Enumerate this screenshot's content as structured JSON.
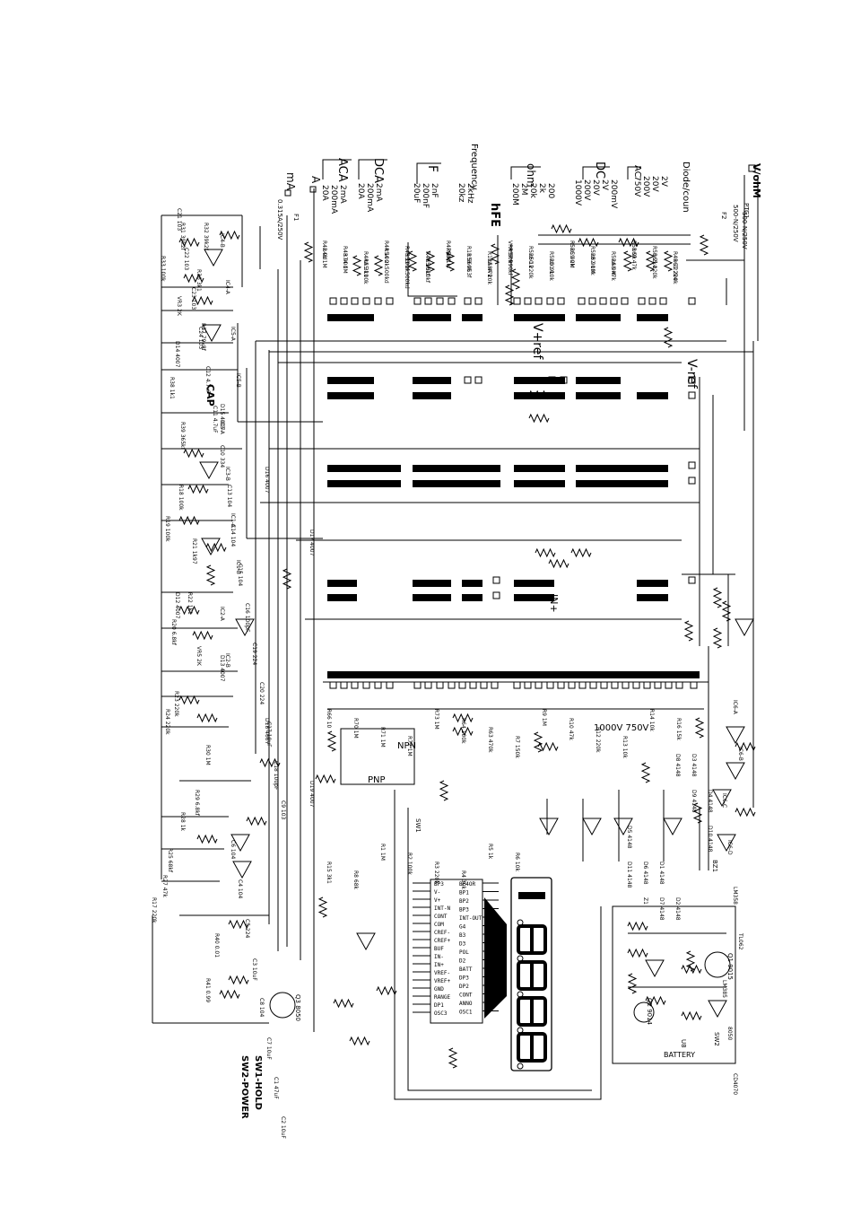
{
  "schematic": {
    "functions": {
      "v_ohm": "V/ohM",
      "ma": "mA",
      "a": "A",
      "aca": "ACA",
      "dca": "DCA",
      "f": "F",
      "frequency": "Frequency",
      "ohm": "ohm",
      "dc": "DC",
      "ac": "AC",
      "hfe": "hFE",
      "diode": "Diode/coun"
    },
    "ranges": {
      "aca": [
        "20A",
        "200mA",
        "2mA"
      ],
      "dca": [
        "20A",
        "200mA",
        "2mA"
      ],
      "cap": [
        "20uF",
        "200nF",
        "2nF"
      ],
      "freq": [
        "20kz",
        "2kHz"
      ],
      "ohm": [
        "200M",
        "2M",
        "20k",
        "2k",
        "200"
      ],
      "dcv": [
        "1000V",
        "200V",
        "20V",
        "2V",
        "200mV"
      ],
      "acv": [
        "750V",
        "200V",
        "20V",
        "2V"
      ]
    },
    "fuses": [
      "0.315A/250V",
      "F1",
      "500-N/250V",
      "F2",
      "500-N/250V",
      "PTC1"
    ],
    "refs": [
      "V+ref",
      "V-ref",
      "IN+",
      "CAP",
      "NPN",
      "PNP",
      "1000V 750V"
    ],
    "ics": [
      "IC4-B",
      "IC4-A",
      "IC5-A",
      "IC5-B",
      "IC3-A",
      "IC3-B",
      "IC1-A",
      "IC1-B",
      "IC2-A",
      "IC2-B",
      "IC6-A",
      "IC6-B",
      "IC6-C",
      "IC6-D",
      "LM358",
      "TL062",
      "LM385",
      "8050",
      "CD4070"
    ],
    "resistors": [
      "R32 39k2f",
      "R31 39k2f",
      "R33 100k",
      "R36 3k1",
      "VR3 2K",
      "R37 79k8f",
      "R38 1k1",
      "R39 365kf",
      "R18 100k",
      "R19 100k",
      "R21 1k97",
      "R22 1k1",
      "R20 6.8kf",
      "VR5 2K",
      "R23 220k",
      "R24 220k",
      "R30 1M",
      "R29 6.8kf",
      "R28 1k",
      "R25 68kf",
      "R27 47k",
      "R17 220k",
      "R40 0.01",
      "R41 0.99",
      "R42 9d",
      "R43 90d",
      "R44A 3k1",
      "R44 100",
      "R45 100f",
      "R46 10kf",
      "R47 1M",
      "R11 560k",
      "R11A 47k",
      "VR4 50k",
      "R52E 1k",
      "R52D 9k",
      "R52C 90k",
      "R52B 900k",
      "R52A 9M",
      "R51 9k",
      "R50 2k4",
      "R49 222k4",
      "R48 1M",
      "R74 1M",
      "R55 100k",
      "R54 2k500kd",
      "R53 2k500kd",
      "R5 510kf",
      "R56 1kf",
      "R58 953f",
      "R58A 20k",
      "R57 990kf",
      "R60 220k",
      "R61 10k",
      "R59 2M",
      "R62 1M",
      "R68 47k",
      "R69 47k",
      "R65 220k",
      "R67 220k",
      "R66 10",
      "R70 1M",
      "R71 1M",
      "R72 1M",
      "R73 1M",
      "R64 100k",
      "R63 470k",
      "R7 150k",
      "R9 1M",
      "R10 47k",
      "R12 220k",
      "R13 10k",
      "R14 10k",
      "R16 15k",
      "R15 3k1",
      "R8 68k",
      "R1 1M",
      "R2 100k",
      "R3 220k",
      "R4 30k",
      "R5 1k",
      "R6 10k"
    ],
    "capacitors": [
      "C21 103",
      "C22 103",
      "C23 103",
      "C24 103",
      "C12 4.7uF",
      "C11 4.7uF",
      "C10 334",
      "C13 104",
      "C14 104",
      "C15 104",
      "C16 100pF",
      "C19 224",
      "C20 224",
      "C17 10uF",
      "C18 100pF",
      "C9 103",
      "C6 104",
      "C4 104",
      "C5 224",
      "C3 10uF",
      "C8 104",
      "C7 10uF",
      "C1 47uF",
      "C2 10uF"
    ],
    "diodes": [
      "D14 4007",
      "D15 4007",
      "D16 4007",
      "D17 4007",
      "D12 4007",
      "D13 4007",
      "D18 4007",
      "D19 4007",
      "D1 4148",
      "D2 4148",
      "D3 4148",
      "D4 4148",
      "D5 4148",
      "D6 4148",
      "D7 4148",
      "D8 4148",
      "D9 4148",
      "D10 4148",
      "D11 4148",
      "Z1"
    ],
    "transistors": [
      "Q1 9015",
      "Q2 9014",
      "Q3 8050"
    ],
    "adc_pins_left": [
      "BP3",
      "V-",
      "V+",
      "INT-N",
      "CONT",
      "COM",
      "CREF-",
      "CREF+",
      "BUF",
      "IN-",
      "IN+",
      "VREF-",
      "VREF+",
      "GND",
      "RANGE",
      "DP1",
      "OSC3"
    ],
    "adc_pins_right": [
      "BP4OR",
      "BP1",
      "BP2",
      "BP3",
      "INT-OUT",
      "G4",
      "B3",
      "D3",
      "POL",
      "D2",
      "BATT",
      "DP3",
      "DP2",
      "CONT",
      "ANNO",
      "OSC1"
    ],
    "lcd_digits": [
      "1",
      "8",
      "8",
      "8",
      "8"
    ],
    "switches": [
      "SW1",
      "SW2",
      "SW1-HOLD",
      "SW2-POWER",
      "BATTERY",
      "BZ1",
      "U8"
    ]
  }
}
